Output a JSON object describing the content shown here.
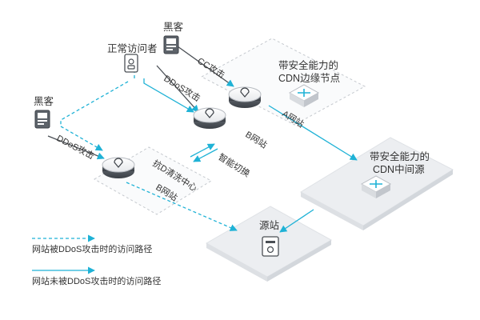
{
  "actors": {
    "hacker_top": "黑客",
    "normal_visitor": "正常访问者",
    "hacker_left": "黑客"
  },
  "attacks": {
    "cc": "CC攻击",
    "ddos_top": "DDoS攻击",
    "ddos_left": "DDoS攻击"
  },
  "nodes": {
    "edge_title_1": "带安全能力的",
    "edge_title_2": "CDN边缘节点",
    "mid_title_1": "带安全能力的",
    "mid_title_2": "CDN中间源",
    "origin": "源站"
  },
  "sites": {
    "a_site": "A网站",
    "b_site_top": "B网站",
    "b_site_bottom": "B网站"
  },
  "scrubbing": {
    "center": "抗D清洗中心",
    "switch": "智能切换"
  },
  "legend": {
    "attacked_path": "网站被DDoS攻击时的访问路径",
    "normal_path": "网站未被DDoS攻击时的访问路径"
  },
  "colors": {
    "accent": "#1fb2d6",
    "panel": "#eceef1",
    "panel_border": "#cfd3d8",
    "text": "#333333"
  }
}
